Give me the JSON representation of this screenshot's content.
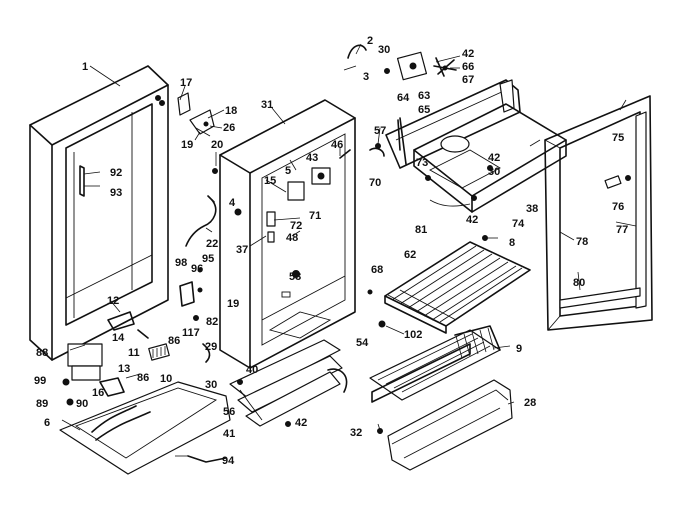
{
  "labels": {
    "l1": "1",
    "l2": "2",
    "l3": "3",
    "l4": "4",
    "l5": "5",
    "l6": "6",
    "l8": "8",
    "l9": "9",
    "l10": "10",
    "l11": "11",
    "l12": "12",
    "l13": "13",
    "l14": "14",
    "l15": "15",
    "l16": "16",
    "l17": "17",
    "l18": "18",
    "l19a": "19",
    "l19b": "19",
    "l20": "20",
    "l22": "22",
    "l26": "26",
    "l28": "28",
    "l29": "29",
    "l30a": "30",
    "l30b": "30",
    "l30c": "30",
    "l31": "31",
    "l32": "32",
    "l37": "37",
    "l38": "38",
    "l40": "40",
    "l41": "41",
    "l42a": "42",
    "l42b": "42",
    "l42c": "42",
    "l42d": "42",
    "l43": "43",
    "l46": "46",
    "l48": "48",
    "l53": "53",
    "l54": "54",
    "l56": "56",
    "l57": "57",
    "l62": "62",
    "l63": "63",
    "l64": "64",
    "l65": "65",
    "l66": "66",
    "l67": "67",
    "l68": "68",
    "l70": "70",
    "l71": "71",
    "l72": "72",
    "l73": "73",
    "l74": "74",
    "l75": "75",
    "l76": "76",
    "l77": "77",
    "l78": "78",
    "l80": "80",
    "l81": "81",
    "l82": "82",
    "l86a": "86",
    "l86b": "86",
    "l88": "88",
    "l89": "89",
    "l90": "90",
    "l92": "92",
    "l93": "93",
    "l94": "94",
    "l95": "95",
    "l96": "96",
    "l98": "98",
    "l99": "99",
    "l102": "102",
    "l117": "117"
  }
}
